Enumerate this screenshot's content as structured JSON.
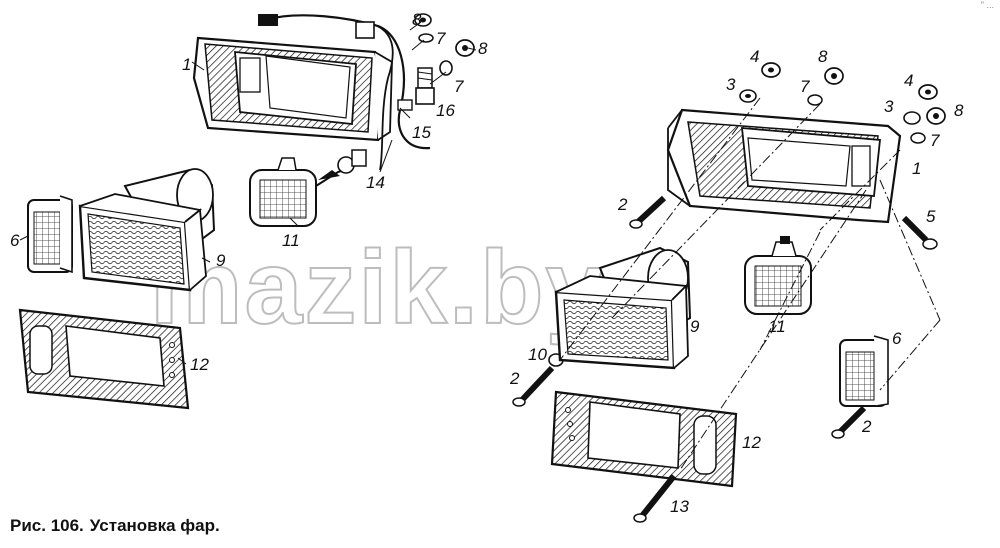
{
  "figure": {
    "caption_number": "Рис. 106.",
    "caption_title": "Установка фар.",
    "watermark": "mazik.by",
    "corner_mark": "\" ..."
  },
  "callouts": [
    "1",
    "2",
    "3",
    "4",
    "5",
    "6",
    "7",
    "8",
    "9",
    "10",
    "11",
    "12",
    "13",
    "14",
    "15",
    "16"
  ]
}
